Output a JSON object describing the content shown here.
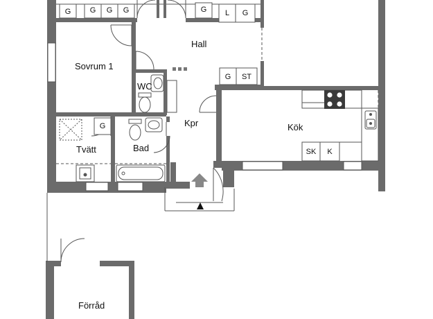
{
  "rooms": {
    "hall": "Hall",
    "sovrum1": "Sovrum 1",
    "wc": "WC",
    "tvatt": "Tvätt",
    "bad": "Bad",
    "kpr": "Kpr",
    "kok": "Kök",
    "forrad": "Förråd"
  },
  "fixtures": {
    "top_row": [
      "G",
      "G",
      "G",
      "G",
      "G",
      "L",
      "G"
    ],
    "hall_cabinets": [
      "G",
      "ST"
    ],
    "tvatt_cabinet": "G",
    "kitchen_appliances": [
      "SK",
      "K"
    ]
  },
  "colors": {
    "wall": "#6b6b6b",
    "fixture_line": "#555555",
    "arrow": "#888888",
    "background": "#ffffff"
  }
}
